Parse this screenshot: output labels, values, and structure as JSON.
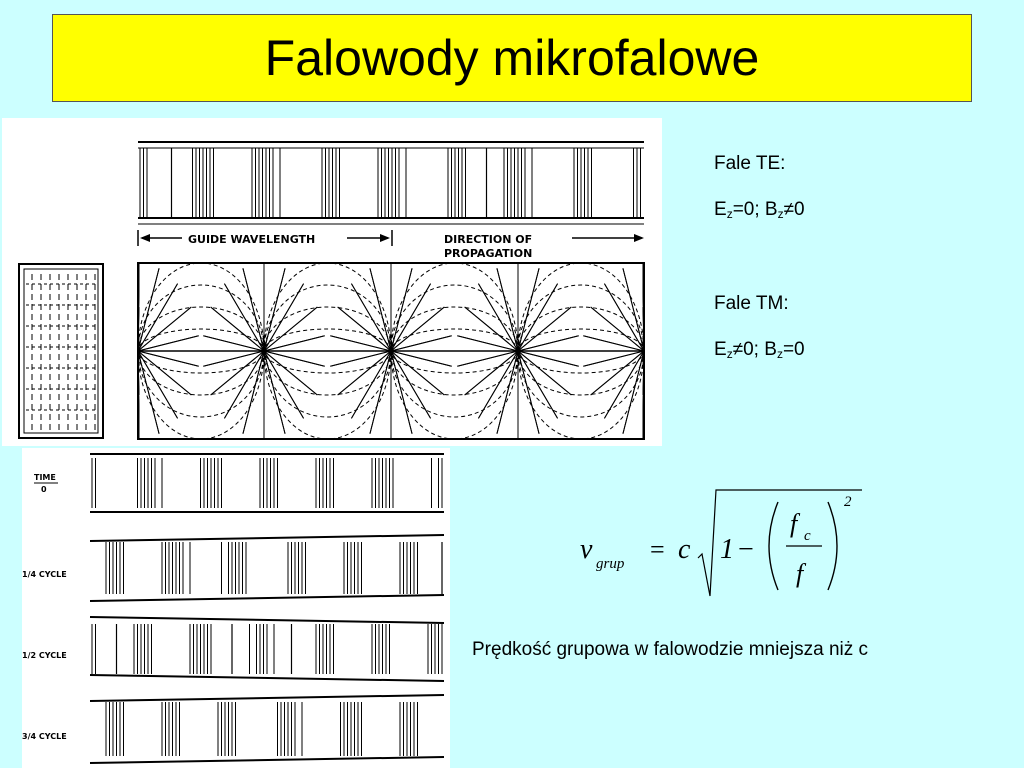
{
  "slide": {
    "title": "Falowody mikrofalowe"
  },
  "te": {
    "heading": "Fale TE:",
    "e_letter": "E",
    "e_sub": "z",
    "e_rel": "=0; ",
    "b_letter": "B",
    "b_sub": "z",
    "b_rel": "≠0"
  },
  "tm": {
    "heading": "Fale TM:",
    "e_letter": "E",
    "e_sub": "z",
    "e_rel": "≠0; ",
    "b_letter": "B",
    "b_sub": "z",
    "b_rel": "=0"
  },
  "top_figure": {
    "label_wavelength": "GUIDE WAVELENGTH",
    "label_direction_1": "DIRECTION OF",
    "label_direction_2": "PROPAGATION"
  },
  "bottom_figure": {
    "time_label_1": "TIME",
    "time_label_2": "0",
    "quarter": "1/4 CYCLE",
    "half": "1/2 CYCLE",
    "three_quarter": "3/4 CYCLE"
  },
  "formula": {
    "v": "v",
    "v_sub": "grup",
    "eq": "=",
    "c": "c",
    "one": "1",
    "minus": "−",
    "num": "f",
    "num_sub": "c",
    "den": "f",
    "exp": "2"
  },
  "caption": "Prędkość grupowa w falowodzie mniejsza niż c"
}
